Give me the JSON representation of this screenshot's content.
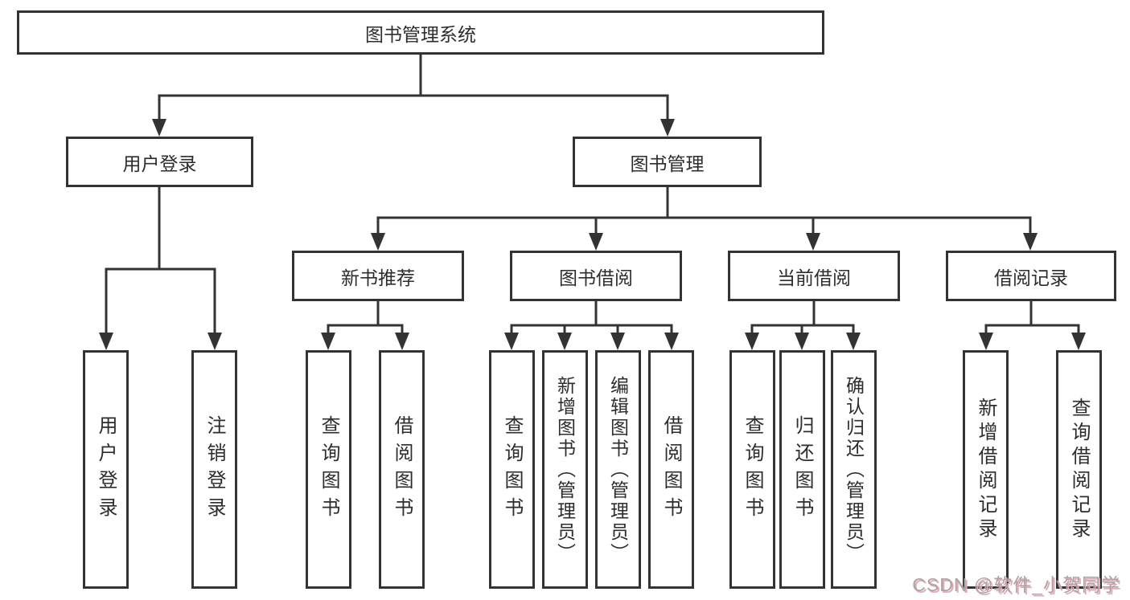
{
  "colors": {
    "line": "#333333",
    "text": "#2d2d2d",
    "box_bg": "#ffffff",
    "watermark_text": "#a6a6a6",
    "watermark_shadow": "#eaa4b2"
  },
  "tree": {
    "root": "图书管理系统",
    "children": [
      {
        "label": "用户登录",
        "children": [
          {
            "label": "用户登录"
          },
          {
            "label": "注销登录"
          }
        ]
      },
      {
        "label": "图书管理",
        "children": [
          {
            "label": "新书推荐",
            "children": [
              {
                "label": "查询图书"
              },
              {
                "label": "借阅图书"
              }
            ]
          },
          {
            "label": "图书借阅",
            "children": [
              {
                "label": "查询图书"
              },
              {
                "label": "新增图书（管理员）"
              },
              {
                "label": "编辑图书（管理员）"
              },
              {
                "label": "借阅图书"
              }
            ]
          },
          {
            "label": "当前借阅",
            "children": [
              {
                "label": "查询图书"
              },
              {
                "label": "归还图书"
              },
              {
                "label": "确认归还（管理员）"
              }
            ]
          },
          {
            "label": "借阅记录",
            "children": [
              {
                "label": "新增借阅记录"
              },
              {
                "label": "查询借阅记录"
              }
            ]
          }
        ]
      }
    ]
  },
  "watermark": {
    "text": "CSDN @软件_小贺同学"
  }
}
